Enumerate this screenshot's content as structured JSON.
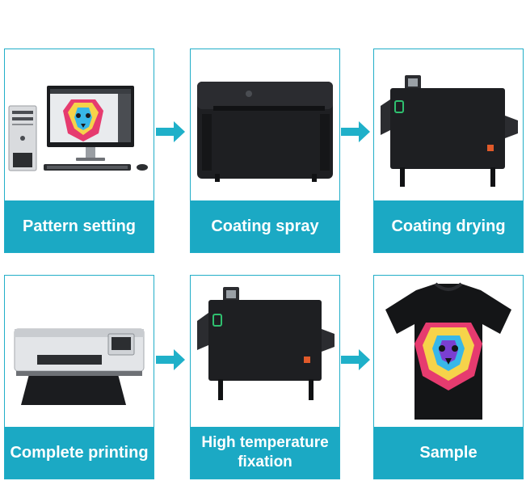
{
  "steps": [
    {
      "label": "Pattern setting"
    },
    {
      "label": "Coating spray"
    },
    {
      "label": "Coating drying"
    },
    {
      "label": "Complete printing"
    },
    {
      "label": "High temperature fixation"
    },
    {
      "label": "Sample"
    }
  ],
  "colors": {
    "accent": "#1ba9c4",
    "border": "#22aec8",
    "arrow": "#1fb0c9"
  },
  "icons": [
    "computer-icon",
    "spray-machine-icon",
    "dryer-machine-icon",
    "printer-icon",
    "tshirt-icon",
    "arrow-right-icon"
  ]
}
